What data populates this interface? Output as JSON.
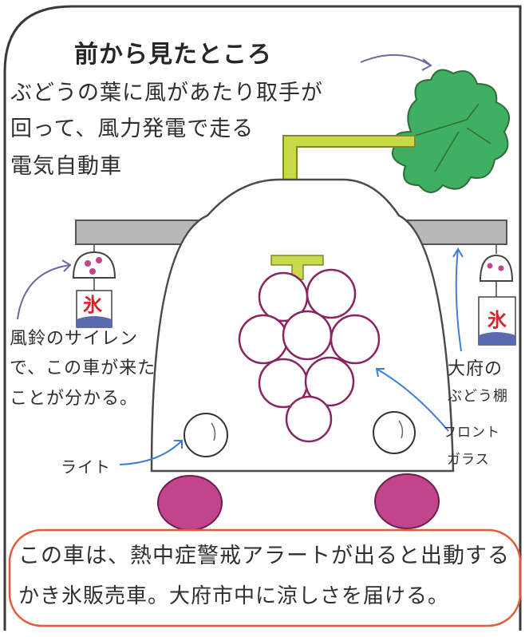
{
  "title": "前から見たところ",
  "description": {
    "line1": "ぶどうの葉に風があたり取手が",
    "line2": "回って、風力発電で走る",
    "line3": "電気自動車"
  },
  "wind_chime_note": {
    "line1": "風鈴のサイレン",
    "line2": "で、この車が来た",
    "line3": "ことが分かる。"
  },
  "ice_label": "氷",
  "light_label": "ライト",
  "trellis_label": {
    "line1": "大府の",
    "line2": "ぶどう棚"
  },
  "front_glass_label": {
    "line1": "フロント",
    "line2": "ガラス"
  },
  "bottom_note": {
    "line1": "この車は、熱中症警戒アラートが出ると出動する",
    "line2": "かき氷販売車。大府市中に涼しさを届ける。"
  },
  "colors": {
    "border": "#3a3a3a",
    "leaf": "#3fb062",
    "stem": "#c9d94a",
    "grape": "#8a2460",
    "wheel": "#c2448a",
    "trellis": "#b8b8b8",
    "bottom_box": "#e45b3c",
    "arrow": "#3f7fd1",
    "ice_text": "#d9232a"
  }
}
